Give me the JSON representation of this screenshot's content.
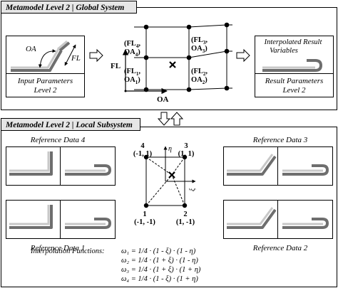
{
  "global_panel": {
    "title": "Metamodel Level 2 | Global System",
    "input_box": {
      "dim_oa": "OA",
      "dim_fl": "FL",
      "caption_line1": "Input Parameters",
      "caption_line2": "Level 2"
    },
    "grid": {
      "y_axis_label": "FL",
      "x_axis_label": "OA",
      "nodes": [
        {
          "line1": "(FL",
          "sub1": "4",
          "mid": ",",
          "line2": "OA",
          "sub2": "4",
          "end": ")"
        },
        {
          "line1": "(FL",
          "sub1": "3",
          "mid": ",",
          "line2": "OA",
          "sub2": "3",
          "end": ")"
        },
        {
          "line1": "(FL",
          "sub1": "1",
          "mid": ",",
          "line2": "OA",
          "sub2": "1",
          "end": ")"
        },
        {
          "line1": "(FL",
          "sub1": "2",
          "mid": ",",
          "line2": "OA",
          "sub2": "2",
          "end": ")"
        }
      ]
    },
    "result_box": {
      "top_line1": "Interpolated Result",
      "top_line2": "Variables",
      "caption_line1": "Result Parameters",
      "caption_line2": "Level 2"
    }
  },
  "local_panel": {
    "title": "Metamodel Level 2 | Local Subsystem",
    "ref4": "Reference Data 4",
    "ref3": "Reference Data 3",
    "ref1": "Reference Data 1",
    "ref2": "Reference Data 2",
    "element": {
      "axis_xi": "ξ",
      "axis_eta": "η",
      "n4_id": "4",
      "n4_coord": "(-1, 1)",
      "n3_id": "3",
      "n3_coord": "(1, 1)",
      "n1_id": "1",
      "n1_coord": "(-1, -1)",
      "n2_id": "2",
      "n2_coord": "(1, -1)"
    },
    "interp_label": "Interpolation Functions:",
    "functions": [
      "ω₁ = 1/4 · (1 - ξ) · (1 - η)",
      "ω₂ = 1/4 · (1 + ξ) · (1 - η)",
      "ω₃ = 1/4 · (1 + ξ) · (1 + η)",
      "ω₄ = 1/4 · (1 - ξ) · (1 + η)"
    ]
  },
  "colors": {
    "part_dark": "#6e6e6e",
    "part_light": "#c8c8c8",
    "title_bg": "#e6e6e6",
    "line": "#000000"
  }
}
